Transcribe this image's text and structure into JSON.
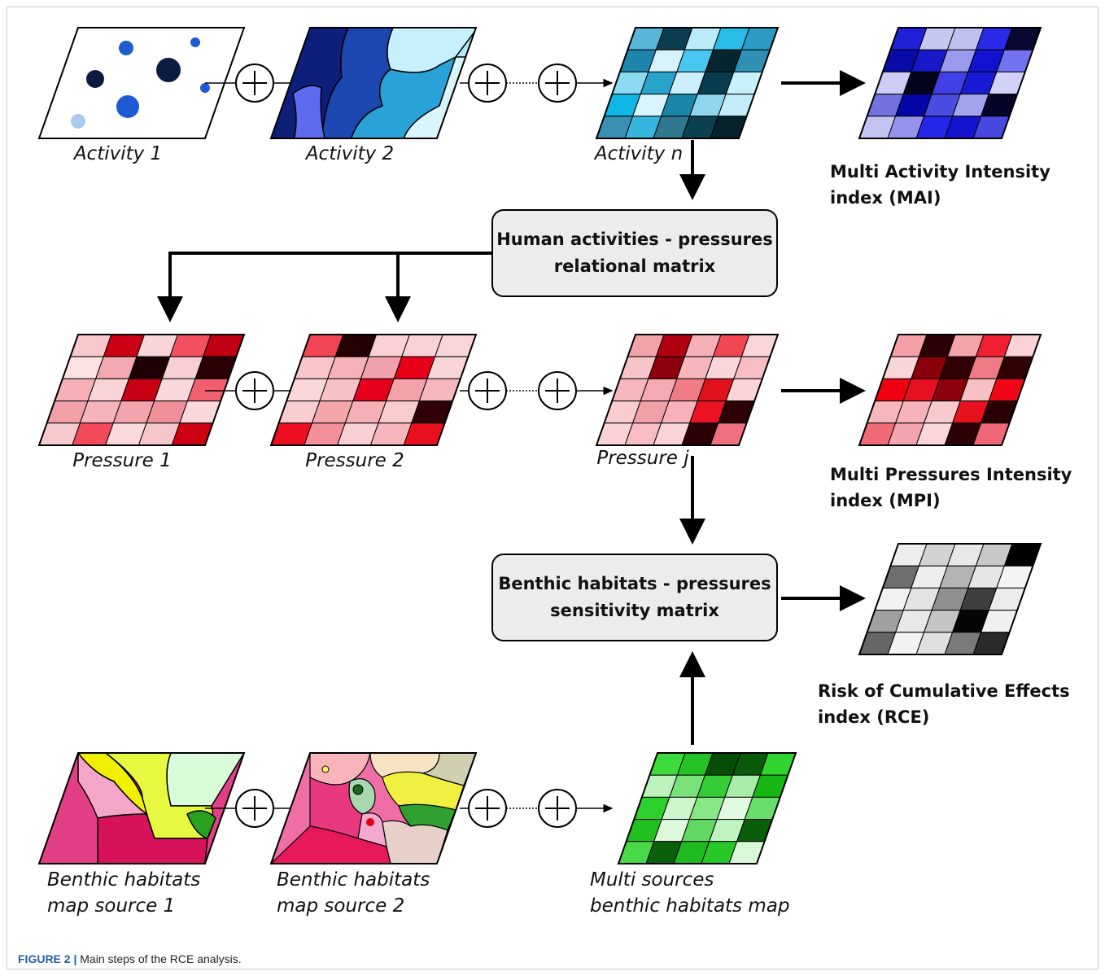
{
  "activities": {
    "a1": "Activity 1",
    "a2": "Activity 2",
    "an": "Activity n",
    "mai_line1": "Multi Activity Intensity",
    "mai_line2": "index (MAI)"
  },
  "matrix1": {
    "line1": "Human activities - pressures",
    "line2": "relational matrix"
  },
  "pressures": {
    "p1": "Pressure 1",
    "p2": "Pressure 2",
    "pj": "Pressure j",
    "mpi_line1": "Multi Pressures Intensity",
    "mpi_line2": "index (MPI)"
  },
  "matrix2": {
    "line1": "Benthic habitats - pressures",
    "line2": "sensitivity matrix"
  },
  "rce": {
    "line1": "Risk of Cumulative Effects",
    "line2": "index (RCE)"
  },
  "habitats": {
    "s1_line1": "Benthic habitats",
    "s1_line2": "map source 1",
    "s2_line1": "Benthic habitats",
    "s2_line2": "map source 2",
    "ms_line1": "Multi sources",
    "ms_line2": "benthic habitats map"
  },
  "caption": {
    "label": "FIGURE 2 |",
    "text": "Main steps of the RCE analysis."
  },
  "colors": {
    "blue_dark": "#0d1a40",
    "blue_mid": "#1e5ad2",
    "blue_light": "#a9c9f0",
    "red_dark": "#2a0006",
    "red_mid": "#e01020",
    "red_light": "#f8d0d4",
    "green_dark": "#0a4a10",
    "green_mid": "#3ddc3d",
    "green_light": "#dff8df",
    "box_fill": "#ececec"
  },
  "grids": {
    "activity_n": [
      [
        "#58b6d8",
        "#0c3d50",
        "#b9ebf9",
        "#27bde6",
        "#2a9cc6"
      ],
      [
        "#1e86ad",
        "#d6f3fc",
        "#48c8f0",
        "#06262f",
        "#2f90b4"
      ],
      [
        "#8cdaf2",
        "#27a3cc",
        "#cbeffb",
        "#083d4f",
        "#c7f1fb"
      ],
      [
        "#0fb6e6",
        "#d8f4fc",
        "#1a86aa",
        "#8ed6ee",
        "#c3ecf8"
      ],
      [
        "#3b8fb3",
        "#36b5df",
        "#2e7890",
        "#0d4050",
        "#06222c"
      ]
    ],
    "mai": [
      [
        "#2020d8",
        "#c7c7f4",
        "#c0c0f0",
        "#2a2ae8",
        "#080830"
      ],
      [
        "#0a0aa8",
        "#1818c8",
        "#9a9aec",
        "#1212d0",
        "#7272f0"
      ],
      [
        "#ccccf6",
        "#03031c",
        "#4040e6",
        "#1a1ad6",
        "#d2d2f8"
      ],
      [
        "#7272e0",
        "#0606a8",
        "#4c4ce0",
        "#a4a4ee",
        "#05052a"
      ],
      [
        "#c4c4f2",
        "#9494ec",
        "#2626e8",
        "#1414d0",
        "#4848e0"
      ]
    ],
    "pressure_1": [
      [
        "#f8c8cc",
        "#cc0012",
        "#f7d5d8",
        "#f25060",
        "#c00010"
      ],
      [
        "#fde2e4",
        "#f4a8b0",
        "#1c0003",
        "#f7cfd2",
        "#2a0004"
      ],
      [
        "#f6b0b6",
        "#f8d4d6",
        "#c80014",
        "#f8d8da",
        "#f26070"
      ],
      [
        "#f3a0a8",
        "#f4b4ba",
        "#f4a4ac",
        "#f0909a",
        "#fad8da"
      ],
      [
        "#f7cace",
        "#f24a5a",
        "#fad8db",
        "#f6c6ca",
        "#cc0012"
      ]
    ],
    "pressure_2": [
      [
        "#f24454",
        "#240004",
        "#fad0d4",
        "#f8d2d6",
        "#fad6d8"
      ],
      [
        "#f8c6ca",
        "#f6b2b8",
        "#f0a0a8",
        "#e8001a",
        "#f8d6d8"
      ],
      [
        "#fad8da",
        "#f6c2c6",
        "#e6001c",
        "#f4a2a8",
        "#f6b8bc"
      ],
      [
        "#f9cdd0",
        "#f4a6ac",
        "#f5b0b6",
        "#f8cccf",
        "#300006"
      ],
      [
        "#ec0f22",
        "#f4909a",
        "#f8d0d4",
        "#f6b6bc",
        "#e8101e"
      ]
    ],
    "pressure_j": [
      [
        "#f3a2aa",
        "#b00010",
        "#f5b0b6",
        "#f24652",
        "#fbd6d9"
      ],
      [
        "#f7c4c8",
        "#8e000c",
        "#f6b6bc",
        "#fad6da",
        "#f6bec2"
      ],
      [
        "#f6b8bc",
        "#f4aab0",
        "#f07c88",
        "#e0101c",
        "#fad4d6"
      ],
      [
        "#f9cdd0",
        "#f2a0a8",
        "#f6b2b8",
        "#ec1424",
        "#2c0004"
      ],
      [
        "#fad2d6",
        "#f6bec2",
        "#fad4d8",
        "#2a0004",
        "#f07080"
      ]
    ],
    "mpi": [
      [
        "#f4a0a8",
        "#2a0004",
        "#f4a4aa",
        "#f02030",
        "#fad2d6"
      ],
      [
        "#fbd6d9",
        "#8a000a",
        "#300006",
        "#f07a86",
        "#300005"
      ],
      [
        "#f00010",
        "#e81020",
        "#8e000c",
        "#f6c0c4",
        "#f00818"
      ],
      [
        "#f6b8bc",
        "#f6b4ba",
        "#f8cacd",
        "#e8101e",
        "#2a0004"
      ],
      [
        "#f06a78",
        "#f4a4ac",
        "#fbd6d9",
        "#2c0004",
        "#f06878"
      ]
    ],
    "rce": [
      [
        "#ededed",
        "#d2d2d2",
        "#e8e8e8",
        "#c8c8c8",
        "#000000"
      ],
      [
        "#6e6e6e",
        "#eeeeee",
        "#b3b3b3",
        "#e6e6e6",
        "#f4f4f4"
      ],
      [
        "#f2f2f2",
        "#e4e4e4",
        "#8f8f8f",
        "#3e3e3e",
        "#ececec"
      ],
      [
        "#a0a0a0",
        "#e8e8e8",
        "#c4c4c4",
        "#050505",
        "#f0f0f0"
      ],
      [
        "#666666",
        "#f2f2f2",
        "#e0e0e0",
        "#7a7a7a",
        "#2a2a2a"
      ]
    ],
    "multi_sources": [
      [
        "#3ddc3d",
        "#25c225",
        "#064d06",
        "#0a5a0a",
        "#2fd42f"
      ],
      [
        "#bdf2bd",
        "#7ae27a",
        "#36cc36",
        "#a8eca8",
        "#16b816"
      ],
      [
        "#2ed02e",
        "#cdf6cd",
        "#88e888",
        "#e2f9e2",
        "#6ade6a"
      ],
      [
        "#1fc01f",
        "#dff9df",
        "#62d862",
        "#bff3bf",
        "#0a5e0a"
      ],
      [
        "#48d848",
        "#0c600c",
        "#1fba1f",
        "#28c828",
        "#d8f8d8"
      ]
    ]
  }
}
